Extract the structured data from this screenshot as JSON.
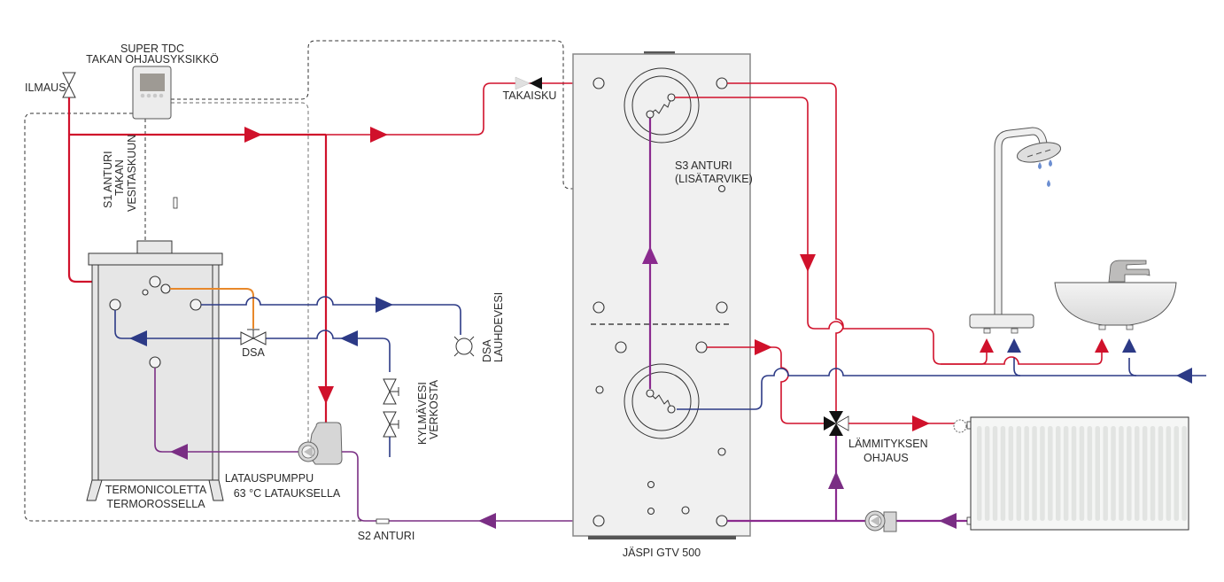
{
  "diagram": {
    "title": "Heating system schematic: fireplace boiler + JÄSPI GTV 500 storage tank",
    "colors": {
      "hot_water": "#d0112b",
      "cold_water": "#2c3a86",
      "return_circuit": "#7a2e84",
      "overheat_line": "#e8882a",
      "sensor_wiring": "#333333"
    },
    "labels": {
      "controller_line1": "SUPER TDC",
      "controller_line2": "TAKAN OHJAUSYKSIKKÖ",
      "air_vent": "ILMAUS",
      "s1_line1": "S1 ANTURI",
      "s1_line2": "TAKAN",
      "s1_line3": "VESITASKUUN",
      "boiler_line1": "TERMONICOLETTA",
      "boiler_line2": "TERMOROSSELLA",
      "dsa_valve": "DSA",
      "dsa_drain_line1": "DSA",
      "dsa_drain_line2": "LAUHDEVESI",
      "cold_supply_line1": "KYLMÄVESI",
      "cold_supply_line2": "VERKOSTA",
      "pump_line1": "LATAUSPUMPPU",
      "pump_line2": "63 °C LATAUKSELLA",
      "s2_sensor": "S2 ANTURI",
      "check_valve": "TAKAISKU",
      "s3_line1": "S3 ANTURI",
      "s3_line2": "(LISÄTARVIKE)",
      "tank": "JÄSPI GTV 500",
      "mixing_line1": "LÄMMITYKSEN",
      "mixing_line2": "OHJAUS"
    },
    "components": [
      {
        "id": "controller",
        "name": "SUPER TDC control unit"
      },
      {
        "id": "boiler",
        "name": "Fireplace water jacket boiler"
      },
      {
        "id": "tank",
        "name": "JÄSPI GTV 500 storage tank"
      },
      {
        "id": "shower",
        "name": "Shower"
      },
      {
        "id": "sink",
        "name": "Wash basin with faucet"
      },
      {
        "id": "radiator",
        "name": "Radiator"
      },
      {
        "id": "charge-pump",
        "name": "Charging pump"
      },
      {
        "id": "heating-pump",
        "name": "Heating circuit pump"
      },
      {
        "id": "mixing-valve",
        "name": "3-way heating control valve"
      }
    ]
  }
}
